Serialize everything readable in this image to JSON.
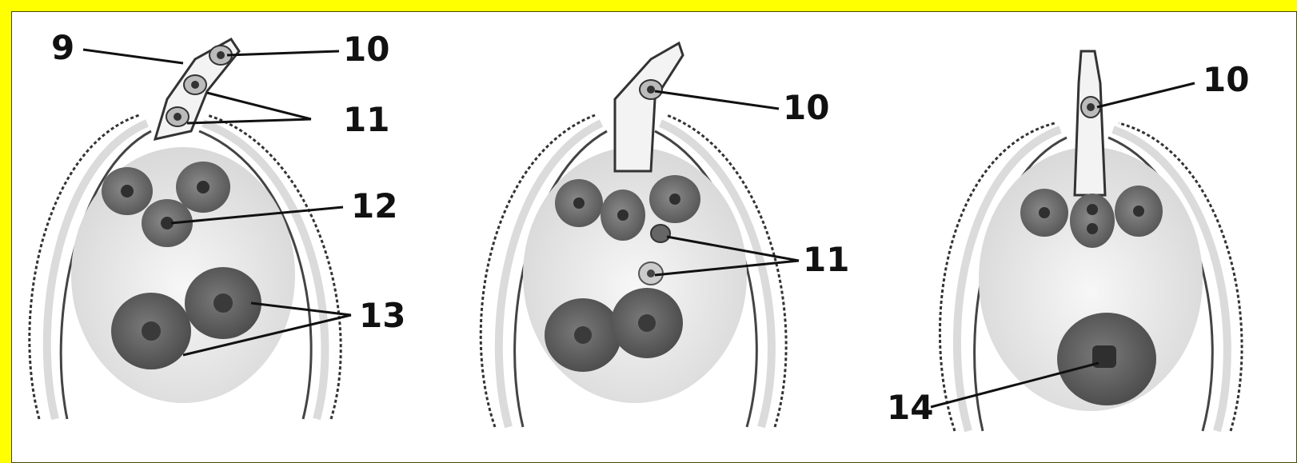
{
  "figure": {
    "panels": [
      {
        "id": "stage-1"
      },
      {
        "id": "stage-2"
      },
      {
        "id": "stage-3"
      }
    ],
    "labels": {
      "p1_9": "9",
      "p1_10": "10",
      "p1_11": "11",
      "p1_12": "12",
      "p1_13": "13",
      "p2_10": "10",
      "p2_11": "11",
      "p3_10": "10",
      "p3_14": "14"
    },
    "colors": {
      "border": "#ffff00",
      "background": "#ffffff",
      "cell_dark": "#6b6b6b",
      "cell_mid": "#8a8a8a",
      "nucleus": "#3b3b3b",
      "sac_fill": "#e9e9e9"
    }
  }
}
